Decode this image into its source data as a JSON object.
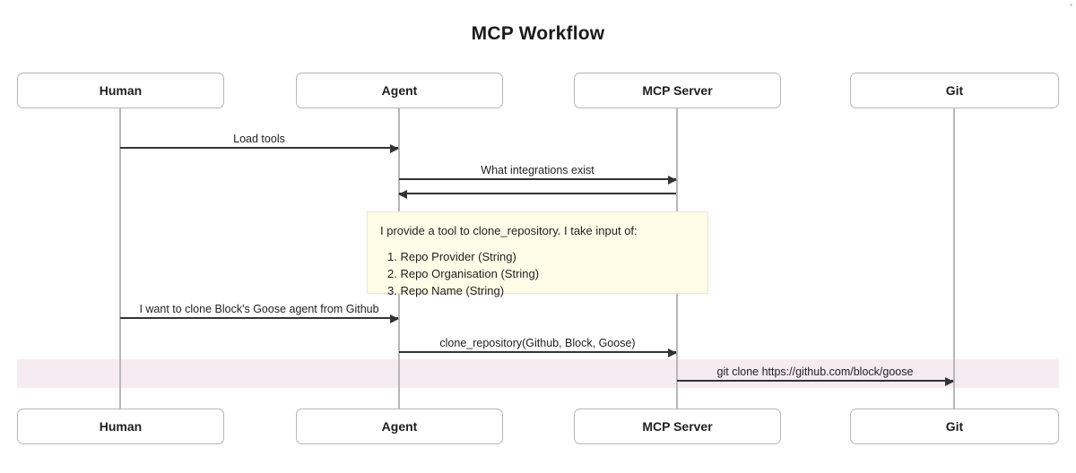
{
  "diagram": {
    "title": "MCP Workflow",
    "type": "sequence-diagram",
    "participants": [
      {
        "id": "human",
        "label": "Human"
      },
      {
        "id": "agent",
        "label": "Agent"
      },
      {
        "id": "mcp_server",
        "label": "MCP Server"
      },
      {
        "id": "git",
        "label": "Git"
      }
    ],
    "messages": [
      {
        "from": "human",
        "to": "agent",
        "label": "Load tools",
        "direction": "right"
      },
      {
        "from": "agent",
        "to": "mcp_server",
        "label": "What integrations exist",
        "direction": "right"
      },
      {
        "from": "mcp_server",
        "to": "agent",
        "label": "",
        "direction": "left"
      },
      {
        "from": "human",
        "to": "agent",
        "label": "I want to clone Block's Goose agent from Github",
        "direction": "right"
      },
      {
        "from": "agent",
        "to": "mcp_server",
        "label": "clone_repository(Github, Block, Goose)",
        "direction": "right"
      },
      {
        "from": "mcp_server",
        "to": "git",
        "label": "git clone https://github.com/block/goose",
        "direction": "right"
      }
    ],
    "note": {
      "over": "agent-to-mcp_server",
      "heading": "I provide a tool to clone_repository. I take input of:",
      "items": [
        "1. Repo Provider (String)",
        "2. Repo Organisation (String)",
        "3. Repo Name (String)"
      ]
    },
    "highlight": {
      "label": "",
      "color": "#f6ebf1"
    },
    "colors": {
      "note_background": "#fffce8",
      "note_border": "#e8e6d2",
      "box_border": "#b6b6b6",
      "lifeline": "#b8b8b8",
      "arrow": "#333333",
      "highlight_band": "#f6ebf1",
      "text": "#1f1f1f"
    }
  }
}
